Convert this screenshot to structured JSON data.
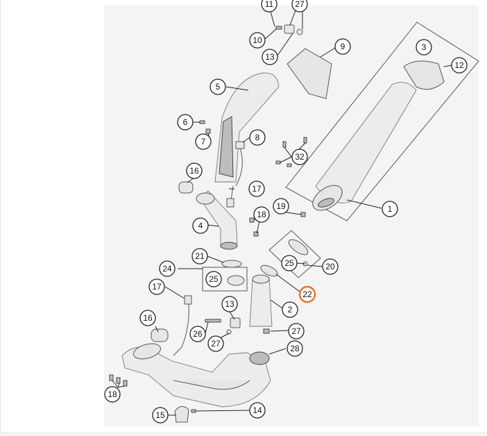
{
  "diagram": {
    "callouts": [
      {
        "id": "c11a",
        "label": "11"
      },
      {
        "id": "c27a",
        "label": "27"
      },
      {
        "id": "c10",
        "label": "10"
      },
      {
        "id": "c13a",
        "label": "13"
      },
      {
        "id": "c9",
        "label": "9"
      },
      {
        "id": "c3",
        "label": "3"
      },
      {
        "id": "c12",
        "label": "12"
      },
      {
        "id": "c5",
        "label": "5"
      },
      {
        "id": "c6",
        "label": "6"
      },
      {
        "id": "c7",
        "label": "7"
      },
      {
        "id": "c8",
        "label": "8"
      },
      {
        "id": "c32",
        "label": "32"
      },
      {
        "id": "c16a",
        "label": "16"
      },
      {
        "id": "c17a",
        "label": "17"
      },
      {
        "id": "c19",
        "label": "19"
      },
      {
        "id": "c1",
        "label": "1"
      },
      {
        "id": "c18a",
        "label": "18"
      },
      {
        "id": "c4",
        "label": "4"
      },
      {
        "id": "c21",
        "label": "21"
      },
      {
        "id": "c25a",
        "label": "25"
      },
      {
        "id": "c20",
        "label": "20"
      },
      {
        "id": "c24",
        "label": "24"
      },
      {
        "id": "c25b",
        "label": "25"
      },
      {
        "id": "c17b",
        "label": "17"
      },
      {
        "id": "c22",
        "label": "22",
        "highlighted": true
      },
      {
        "id": "c13b",
        "label": "13"
      },
      {
        "id": "c2",
        "label": "2"
      },
      {
        "id": "c16b",
        "label": "16"
      },
      {
        "id": "c26",
        "label": "26"
      },
      {
        "id": "c27b",
        "label": "27"
      },
      {
        "id": "c27c",
        "label": "27"
      },
      {
        "id": "c28",
        "label": "28"
      },
      {
        "id": "c18b",
        "label": "18"
      },
      {
        "id": "c15",
        "label": "15"
      },
      {
        "id": "c14",
        "label": "14"
      }
    ],
    "colors": {
      "highlight": "#e8731f",
      "ink": "#222222",
      "panel": "#f4f4f4"
    }
  }
}
